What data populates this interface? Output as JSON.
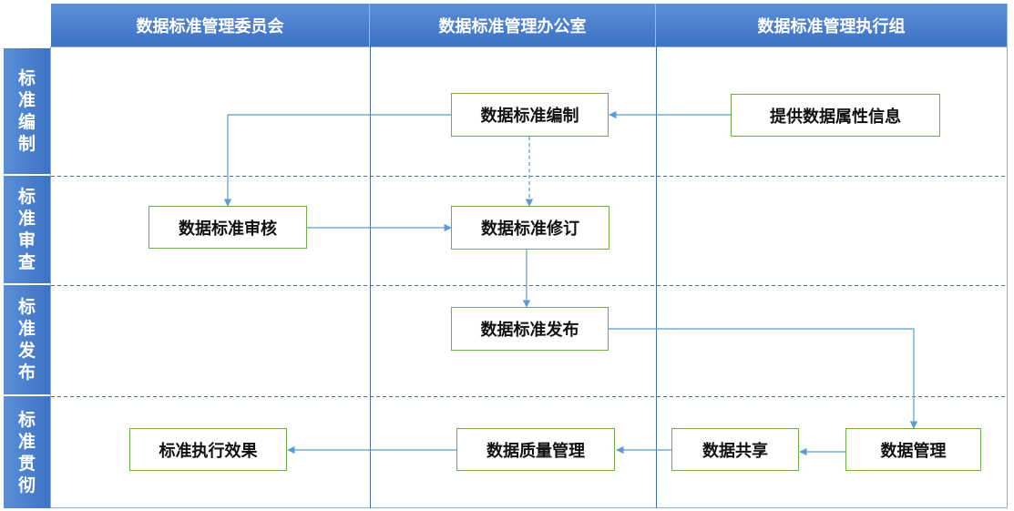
{
  "columns": [
    "数据标准管理委员会",
    "数据标准管理办公室",
    "数据标准管理执行组"
  ],
  "lanes": [
    {
      "name": "lane-standard-compile",
      "chars": [
        "标",
        "准",
        "编",
        "制"
      ]
    },
    {
      "name": "lane-standard-review",
      "chars": [
        "标",
        "准",
        "审",
        "查"
      ]
    },
    {
      "name": "lane-standard-publish",
      "chars": [
        "标",
        "准",
        "发",
        "布"
      ]
    },
    {
      "name": "lane-standard-implement",
      "chars": [
        "标",
        "准",
        "贯",
        "彻"
      ]
    }
  ],
  "nodes": {
    "provide_attributes": "提供数据属性信息",
    "compile": "数据标准编制",
    "review": "数据标准审核",
    "revise": "数据标准修订",
    "publish": "数据标准发布",
    "data_management": "数据管理",
    "data_sharing": "数据共享",
    "quality_management": "数据质量管理",
    "execution_effect": "标准执行效果"
  },
  "colors": {
    "header": "#4a7fcc",
    "box_border": "#70ad47",
    "connector": "#5b9bd5",
    "divider": "#41719c"
  }
}
